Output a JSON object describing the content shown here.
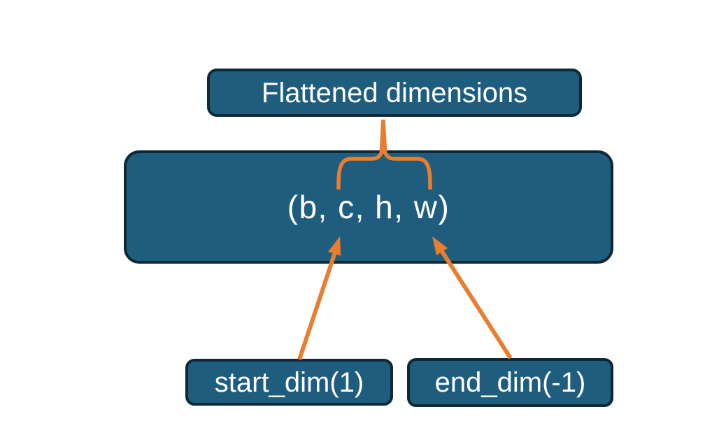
{
  "diagram": {
    "title_box": {
      "label": "Flattened dimensions"
    },
    "tensor_box": {
      "label": "(b, c, h, w)"
    },
    "start_box": {
      "label": "start_dim(1)"
    },
    "end_box": {
      "label": "end_dim(-1)"
    },
    "connectors": {
      "brace": "brace spanning c-through-h dims linking Flattened dimensions label to tensor",
      "arrow_start": "arrow from start_dim(1) to dim b position",
      "arrow_end": "arrow from end_dim(-1) to dim w position"
    }
  },
  "colors": {
    "background": "#ffffff",
    "box_fill": "#1f5d7f",
    "box_border": "#0d2935",
    "text": "#ffffff",
    "connector_orange": "#e87e2e"
  }
}
